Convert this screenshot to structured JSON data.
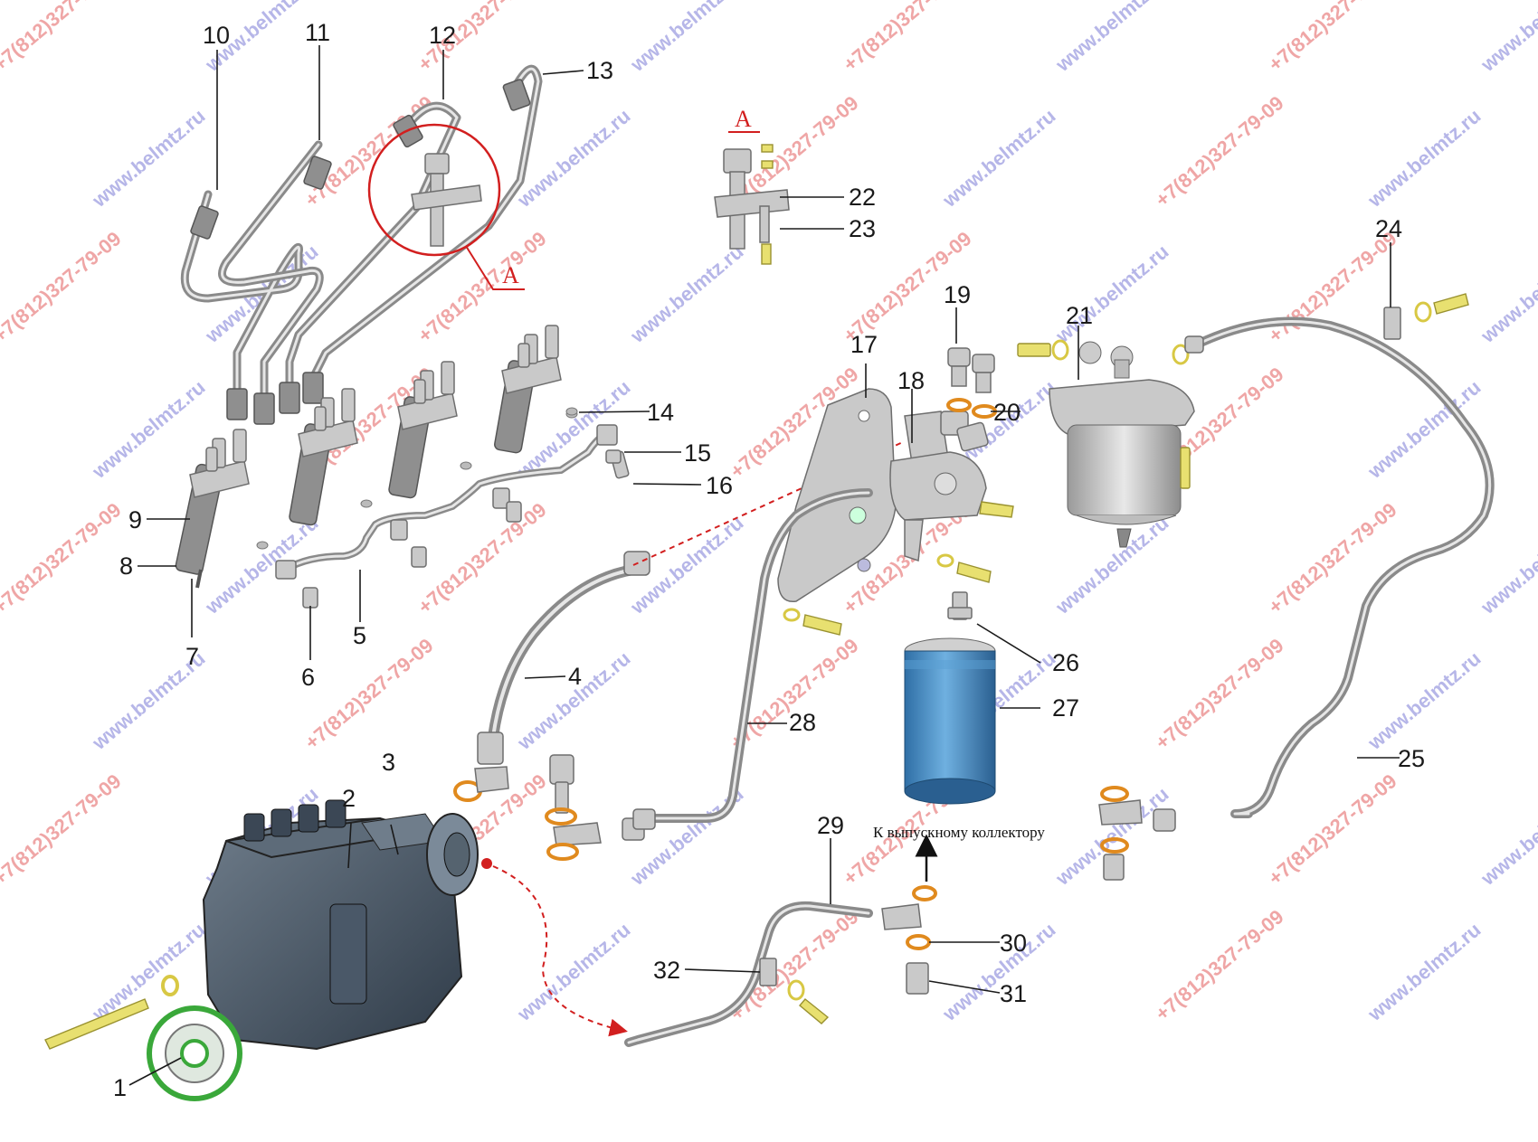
{
  "callouts": [
    {
      "id": "1",
      "label": "1"
    },
    {
      "id": "2",
      "label": "2"
    },
    {
      "id": "3",
      "label": "3"
    },
    {
      "id": "4",
      "label": "4"
    },
    {
      "id": "5",
      "label": "5"
    },
    {
      "id": "6",
      "label": "6"
    },
    {
      "id": "7",
      "label": "7"
    },
    {
      "id": "8",
      "label": "8"
    },
    {
      "id": "9",
      "label": "9"
    },
    {
      "id": "10",
      "label": "10"
    },
    {
      "id": "11",
      "label": "11"
    },
    {
      "id": "12",
      "label": "12"
    },
    {
      "id": "13",
      "label": "13"
    },
    {
      "id": "14",
      "label": "14"
    },
    {
      "id": "15",
      "label": "15"
    },
    {
      "id": "16",
      "label": "16"
    },
    {
      "id": "17",
      "label": "17"
    },
    {
      "id": "18",
      "label": "18"
    },
    {
      "id": "19",
      "label": "19"
    },
    {
      "id": "20",
      "label": "20"
    },
    {
      "id": "21",
      "label": "21"
    },
    {
      "id": "22",
      "label": "22"
    },
    {
      "id": "23",
      "label": "23"
    },
    {
      "id": "24",
      "label": "24"
    },
    {
      "id": "25",
      "label": "25"
    },
    {
      "id": "26",
      "label": "26"
    },
    {
      "id": "27",
      "label": "27"
    },
    {
      "id": "28",
      "label": "28"
    },
    {
      "id": "29",
      "label": "29"
    },
    {
      "id": "30",
      "label": "30"
    },
    {
      "id": "31",
      "label": "31"
    },
    {
      "id": "32",
      "label": "32"
    }
  ],
  "section_marks": {
    "circle": "A",
    "detail": "A"
  },
  "annotation": "К выпускному коллектору",
  "watermarks": {
    "phone": "+7(812)327-79-09",
    "site": "www.belmtz.ru"
  },
  "colors": {
    "section_red": "#d21f1f",
    "washer_orange": "#e08a1e",
    "filter_blue": "#4a90c8",
    "flange_green": "#3aa83a",
    "pump_body": "#4a5868"
  }
}
